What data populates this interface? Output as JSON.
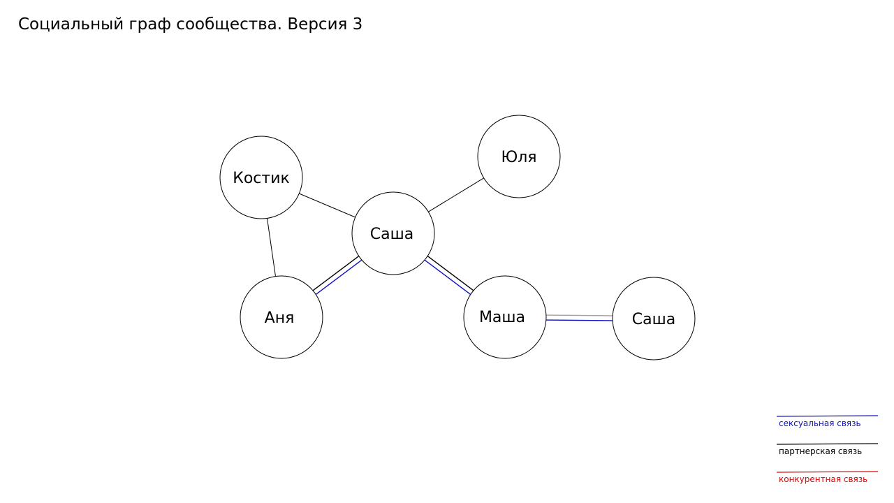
{
  "title": "Социальный граф сообщества. Версия 3",
  "colors": {
    "sexual": "#1010c0",
    "partner": "#000000",
    "competitor": "#e00000",
    "plain": "#000000",
    "faded": "#a0a0a0"
  },
  "nodes": [
    {
      "id": "kostik",
      "label": "Костик"
    },
    {
      "id": "yulya",
      "label": "Юля"
    },
    {
      "id": "sasha1",
      "label": "Саша"
    },
    {
      "id": "anya",
      "label": "Аня"
    },
    {
      "id": "masha",
      "label": "Маша"
    },
    {
      "id": "sasha2",
      "label": "Саша"
    }
  ],
  "edges": [
    {
      "from": "kostik",
      "to": "sasha1",
      "lines": [
        "plain"
      ]
    },
    {
      "from": "kostik",
      "to": "anya",
      "lines": [
        "plain"
      ]
    },
    {
      "from": "sasha1",
      "to": "yulya",
      "lines": [
        "plain"
      ]
    },
    {
      "from": "sasha1",
      "to": "anya",
      "lines": [
        "sexual",
        "partner"
      ]
    },
    {
      "from": "sasha1",
      "to": "masha",
      "lines": [
        "partner",
        "sexual"
      ]
    },
    {
      "from": "masha",
      "to": "sasha2",
      "lines": [
        "faded",
        "sexual"
      ]
    }
  ],
  "legend": [
    {
      "type": "sexual",
      "label": "сексуальная связь"
    },
    {
      "type": "partner",
      "label": "партнерская связь"
    },
    {
      "type": "competitor",
      "label": "конкурентная связь"
    }
  ]
}
